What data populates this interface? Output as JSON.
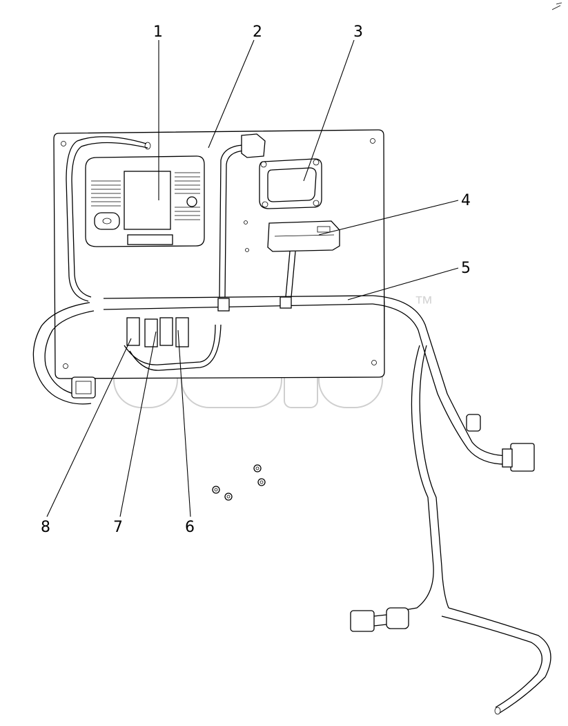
{
  "callouts": [
    {
      "id": "1",
      "label": "1"
    },
    {
      "id": "2",
      "label": "2"
    },
    {
      "id": "3",
      "label": "3"
    },
    {
      "id": "4",
      "label": "4"
    },
    {
      "id": "5",
      "label": "5"
    },
    {
      "id": "6",
      "label": "6"
    },
    {
      "id": "7",
      "label": "7"
    },
    {
      "id": "8",
      "label": "8"
    }
  ],
  "watermark": {
    "trademark": "™"
  }
}
